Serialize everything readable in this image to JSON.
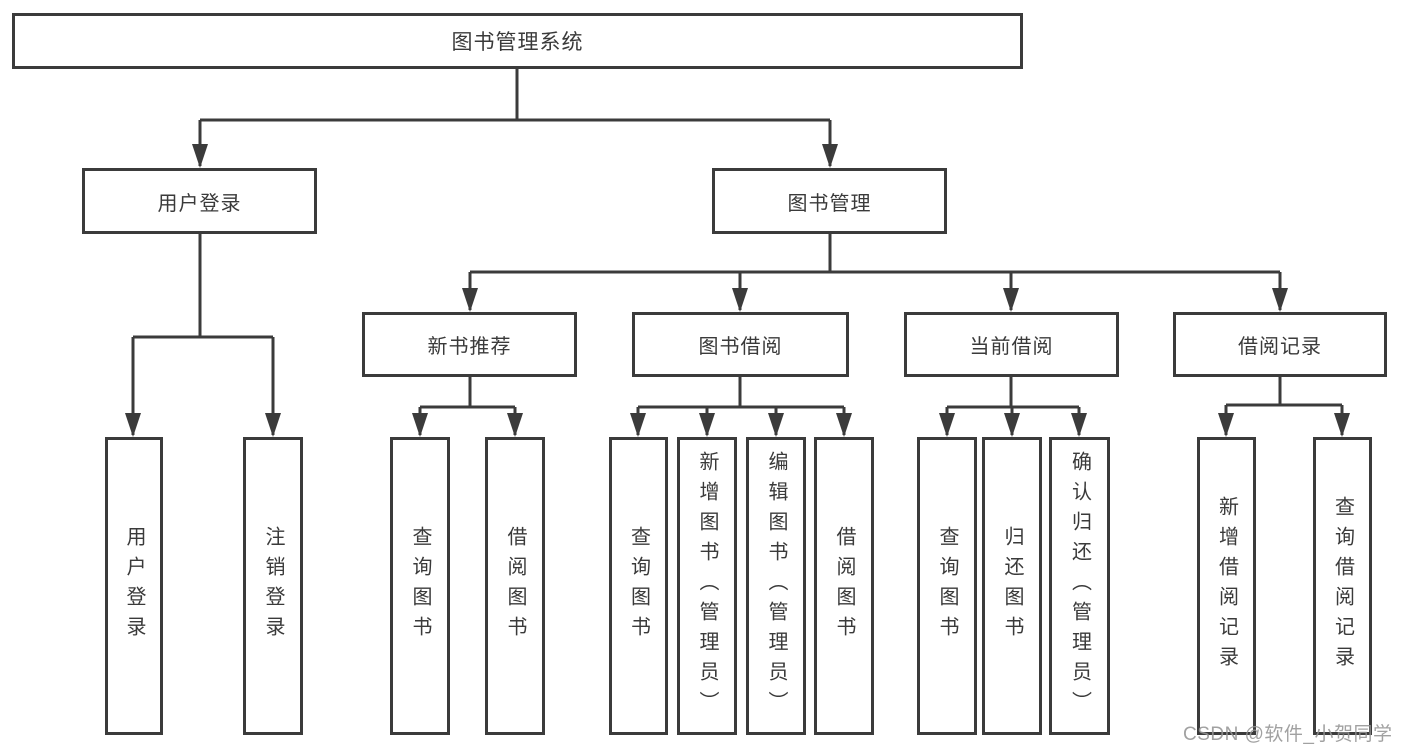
{
  "tree": {
    "label": "图书管理系统",
    "children": [
      {
        "label": "用户登录",
        "children": [
          {
            "label": "用户登录"
          },
          {
            "label": "注销登录"
          }
        ]
      },
      {
        "label": "图书管理",
        "children": [
          {
            "label": "新书推荐",
            "children": [
              {
                "label": "查询图书"
              },
              {
                "label": "借阅图书"
              }
            ]
          },
          {
            "label": "图书借阅",
            "children": [
              {
                "label": "查询图书"
              },
              {
                "label": "新增图书（管理员）"
              },
              {
                "label": "编辑图书（管理员）"
              },
              {
                "label": "借阅图书"
              }
            ]
          },
          {
            "label": "当前借阅",
            "children": [
              {
                "label": "查询图书"
              },
              {
                "label": "归还图书"
              },
              {
                "label": "确认归还（管理员）"
              }
            ]
          },
          {
            "label": "借阅记录",
            "children": [
              {
                "label": "新增借阅记录"
              },
              {
                "label": "查询借阅记录"
              }
            ]
          }
        ]
      }
    ]
  },
  "watermark": "CSDN @软件_小贺同学",
  "colors": {
    "line": "#3b3b3b",
    "text": "#3a3a3a",
    "background": "#ffffff",
    "watermark": "#949494"
  }
}
